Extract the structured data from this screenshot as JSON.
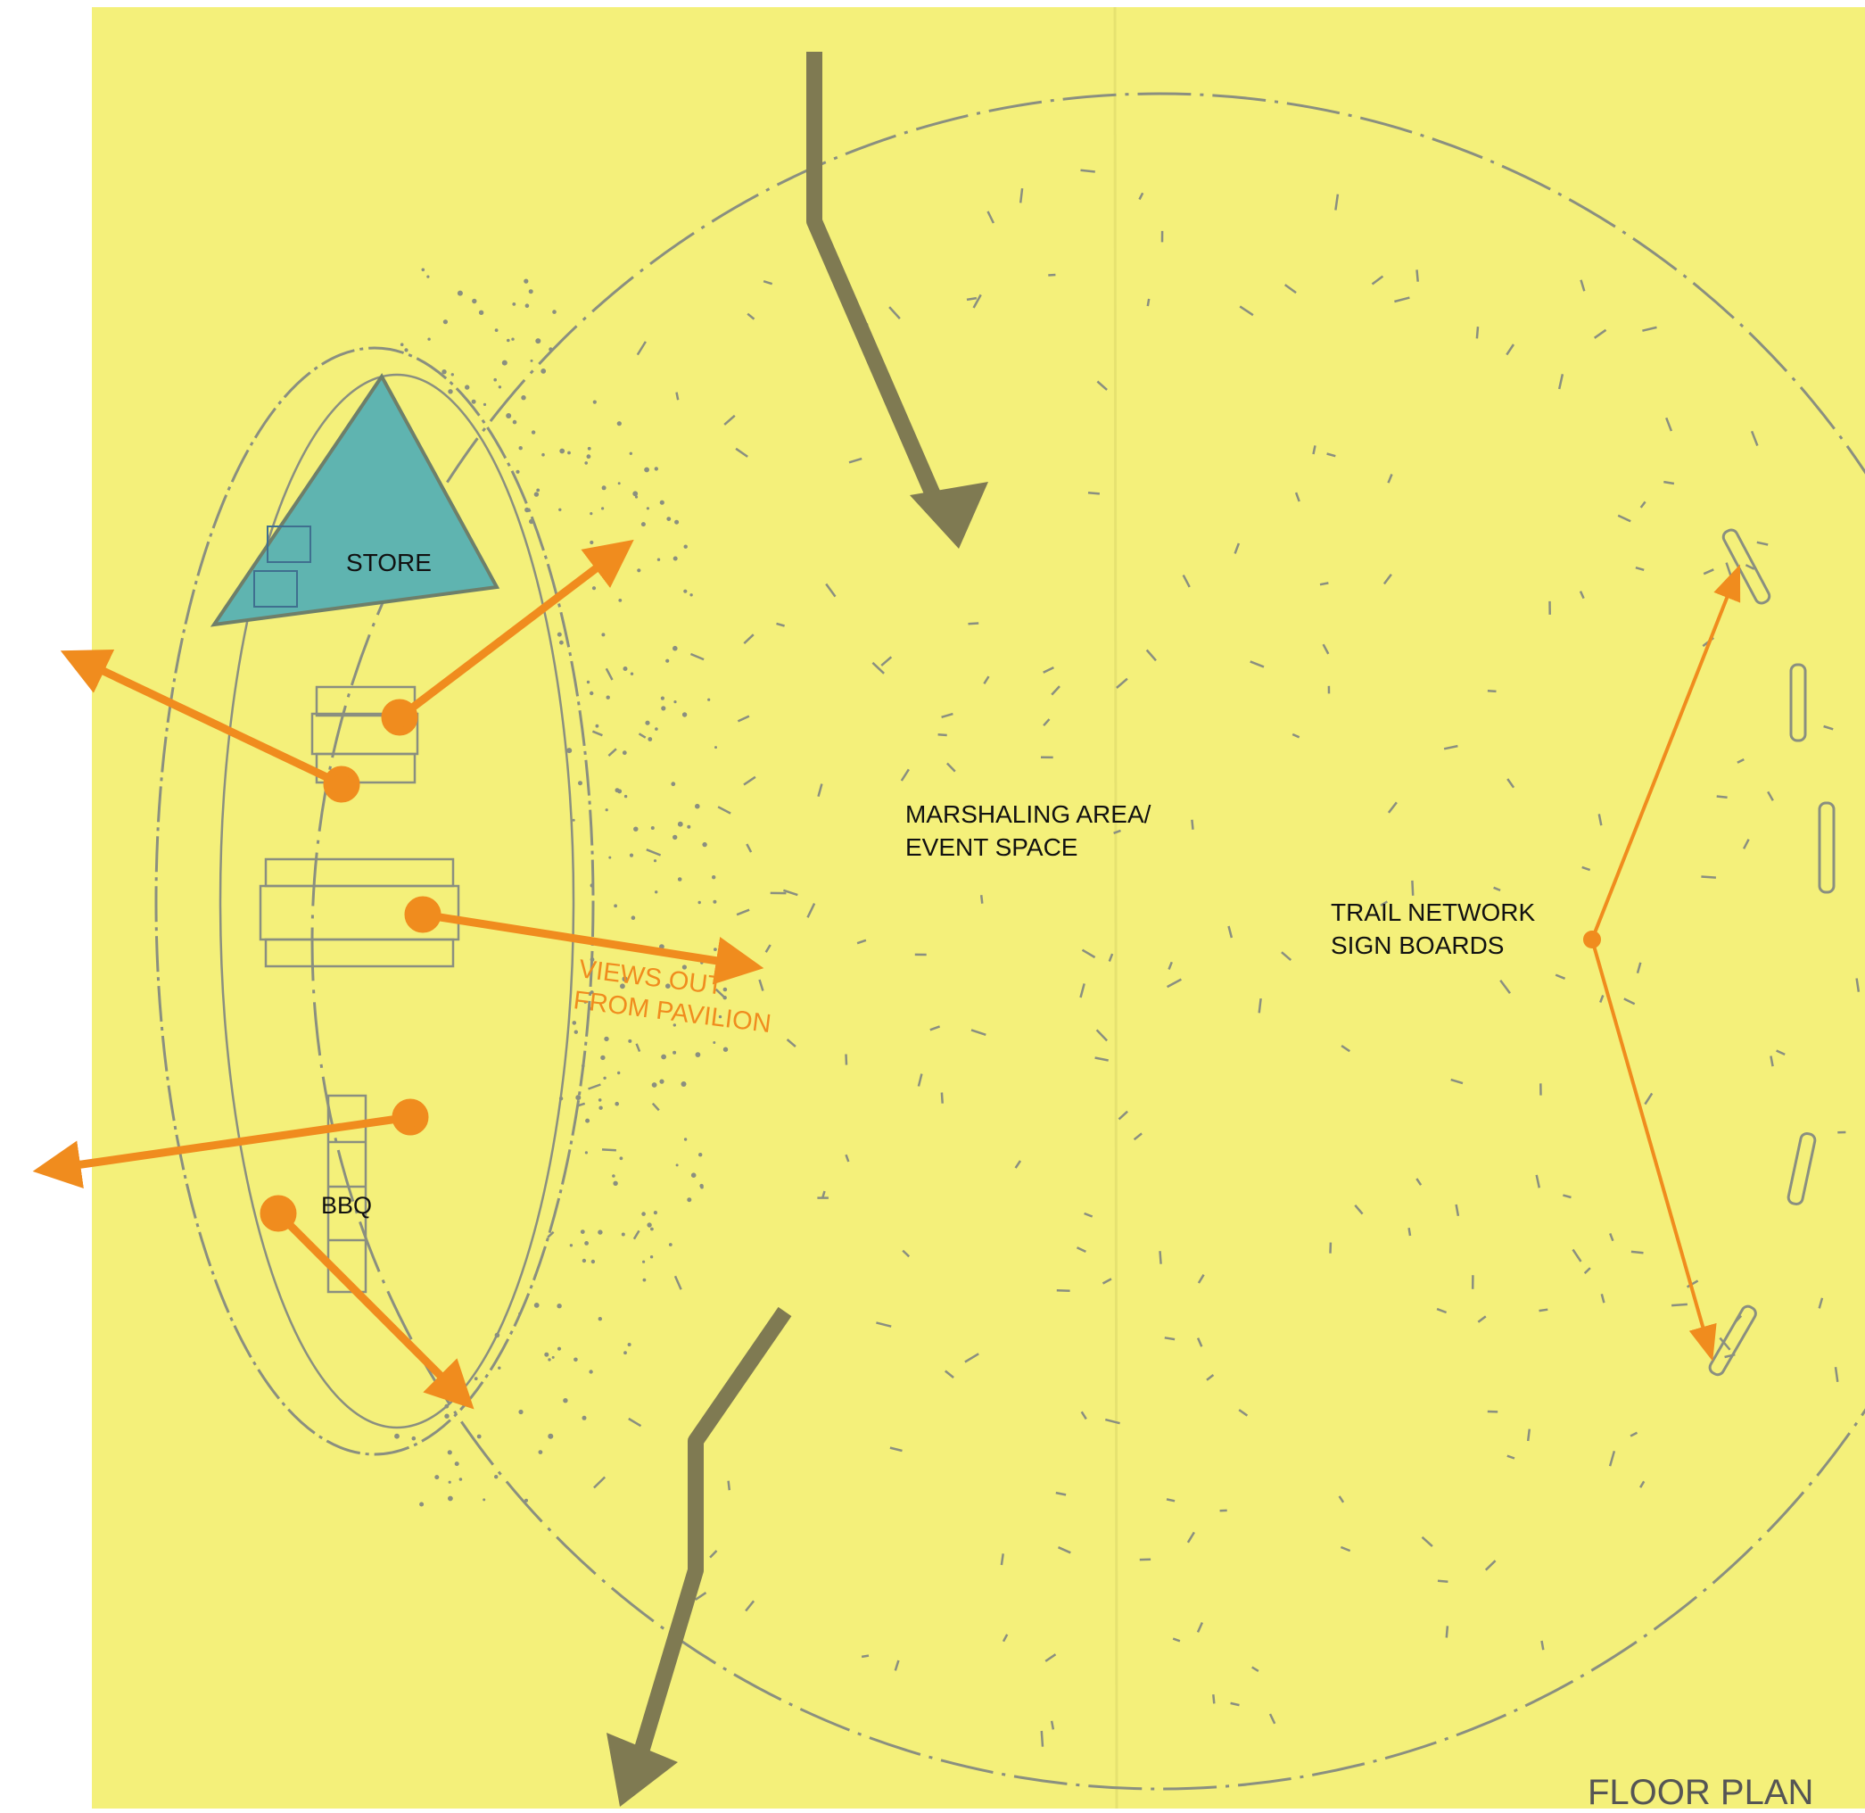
{
  "drawing": {
    "labels": {
      "store": "STORE",
      "marshaling_line1": "MARSHALING AREA/",
      "marshaling_line2": "EVENT SPACE",
      "trail_line1": "TRAIL NETWORK",
      "trail_line2": "SIGN BOARDS",
      "views_line1": "VIEWS OUT",
      "views_line2": "FROM PAVILION",
      "bbq": "BBQ",
      "floor_plan": "FLOOR PLAN"
    },
    "colors": {
      "paper": "#f4f07a",
      "sketch": "#8a8f80",
      "view_arrow": "#f08c1e",
      "store_fill": "#5fb4b0",
      "path_arrow": "#7f7a52",
      "text": "#111111",
      "views_text": "#f08c1e",
      "title_text": "#555555"
    }
  }
}
